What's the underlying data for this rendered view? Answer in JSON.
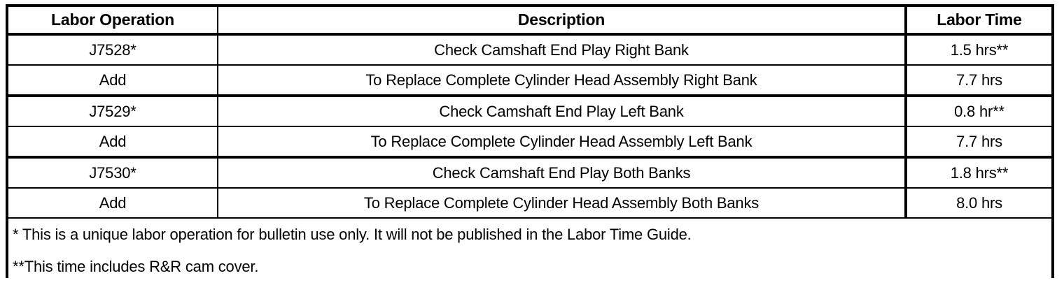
{
  "table": {
    "columns": [
      {
        "key": "labor_operation",
        "header": "Labor Operation"
      },
      {
        "key": "description",
        "header": "Description"
      },
      {
        "key": "labor_time",
        "header": "Labor Time"
      }
    ],
    "rows": [
      {
        "labor_operation": "J7528*",
        "description": "Check Camshaft End Play Right Bank",
        "labor_time": "1.5 hrs**"
      },
      {
        "labor_operation": "Add",
        "description": "To Replace Complete Cylinder Head Assembly Right Bank",
        "labor_time": "7.7 hrs"
      },
      {
        "labor_operation": "J7529*",
        "description": "Check Camshaft End Play Left Bank",
        "labor_time": "0.8 hr**"
      },
      {
        "labor_operation": "Add",
        "description": "To Replace Complete Cylinder Head Assembly Left Bank",
        "labor_time": "7.7 hrs"
      },
      {
        "labor_operation": "J7530*",
        "description": "Check Camshaft End Play Both Banks",
        "labor_time": "1.8 hrs**"
      },
      {
        "labor_operation": "Add",
        "description": "To Replace Complete Cylinder Head Assembly Both Banks",
        "labor_time": "8.0 hrs"
      }
    ],
    "footnotes": [
      "* This is a unique labor operation for bulletin use only. It will not be published in the Labor Time Guide.",
      "**This time includes R&R cam cover."
    ]
  }
}
